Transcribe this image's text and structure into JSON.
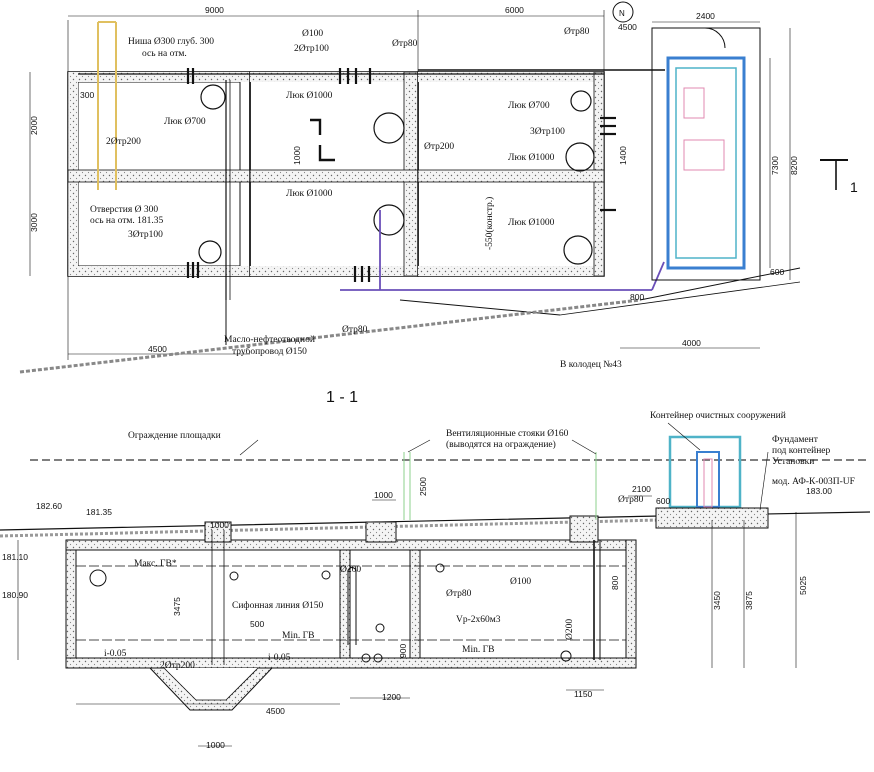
{
  "plan": {
    "dims": {
      "top_left": "9000",
      "top_right": "6000",
      "container_width": "2400",
      "left_2000": "2000",
      "left_3000": "3000",
      "right_7300": "7300",
      "right_8200": "8200",
      "bottom_left": "4500",
      "bottom_right": "4000",
      "small_300": "300",
      "small_600": "600",
      "small_800": "800",
      "small_1000": "1000",
      "small_1400": "1400",
      "small_4500": "4500"
    },
    "labels": {
      "niche": "Ниша Ø300 глуб. 300",
      "niche_axis": "ось на отм.",
      "d100": "Ø100",
      "two_pipes_100": "2Øтр100",
      "pipe80_a": "Øтр80",
      "pipe80_b": "Øтр80",
      "hatch1000_a": "Люк Ø1000",
      "hatch700_left": "Люк Ø700",
      "two_pipes_200": "2Øтр200",
      "pipe200": "Øтр200",
      "holes": "Отверстия Ø 300",
      "holes_axis": "ось на отм. 181.35",
      "three_pipes_100_left": "3Øтр100",
      "hatch1000_b": "Люк Ø1000",
      "hatch700_right": "Люк Ø700",
      "three_pipes_100_right": "3Øтр100",
      "hatch1000_c": "Люк Ø1000",
      "hatch1000_d": "Люк Ø1000",
      "konstr": "-550(констр.)",
      "oil_pipe_1": "Масло-нефтеотводной",
      "oil_pipe_2": "трубопровод Ø150",
      "well": "В колодец №43",
      "pipe80_bottom": "Øтр80",
      "section_mark": "1",
      "compass": "N"
    }
  },
  "section": {
    "title": "1 - 1",
    "labels": {
      "fence": "Ограждение площадки",
      "vent_1": "Вентиляционные стояки Ø160",
      "vent_2": "(выводятся на ограждение)",
      "container": "Контейнер очистных сооружений",
      "foundation_1": "Фундамент",
      "foundation_2": "под контейнер",
      "foundation_3": "Установки",
      "model": "мод. АФ-К-003П-UF",
      "elev_183": "183.00",
      "elev_182_60": "182.60",
      "elev_181_35": "181.35",
      "elev_181_10": "181.10",
      "elev_180_90": "180.90",
      "max_gv": "Макс. ГВ*",
      "siphon": "Сифонная линия Ø150",
      "min_gv_left": "Min. ГВ",
      "min_gv_right": "Min. ГВ",
      "slope_1": "i-0.05",
      "slope_2": "i-0.05",
      "two_pipes_200": "2Øтр200",
      "d200_a": "Ø200",
      "d200_b": "Ø200",
      "pipe80_a": "Øтр80",
      "pipe80_b": "Øтр80",
      "d100": "Ø100",
      "volume": "Vр-2х60м3"
    },
    "dims": {
      "d1000_a": "1000",
      "d1000_b": "1000",
      "d1000_c": "1000",
      "d4500": "4500",
      "d1200": "1200",
      "d1150": "1150",
      "d2100": "2100",
      "d2500": "2500",
      "d3475": "3475",
      "d3450": "3450",
      "d3875": "3875",
      "d5025": "5025",
      "d500": "500",
      "d600": "600",
      "d800": "800",
      "d900": "900"
    }
  },
  "colors": {
    "line": "#111111",
    "wall_fill": "#f1f1f1",
    "accent_blue": "#3a7fd0",
    "accent_cyan": "#4fb3c8",
    "accent_purple": "#6a4fb8",
    "accent_pink": "#e08ab0"
  }
}
